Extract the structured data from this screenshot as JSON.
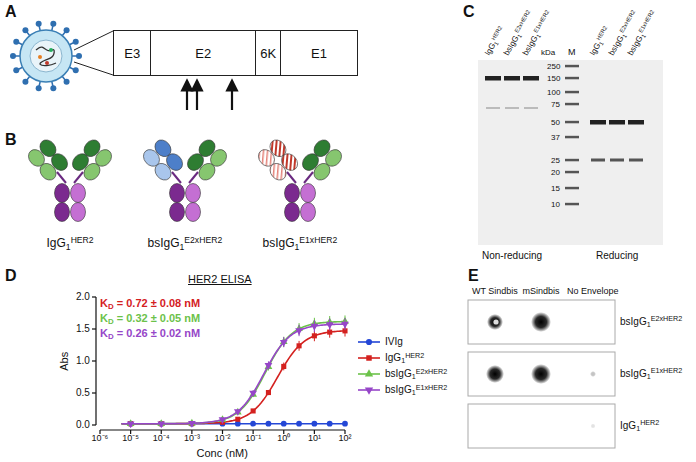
{
  "diagram": {
    "nodes": [
      {
        "text": [
          "E3"
        ]
      },
      {
        "text": [
          "E2"
        ]
      },
      {
        "text": [
          "6K"
        ]
      },
      {
        "text": [
          "E1"
        ]
      }
    ],
    "labels": [
      "A",
      "B",
      "IgG1HER2",
      "bsIgG1E2xHER2",
      "bsIgG1E1xHER2",
      "C",
      "IgG1HER2",
      "bsIgG1E2xHER2",
      "bsIgG1E1xHER2",
      "M",
      "IgG1HER2",
      "bsIgG1E2xHER2",
      "bsIgG1E1xHER2",
      "kDa",
      "250",
      "150",
      "100",
      "75",
      "50",
      "37",
      "25",
      "20",
      "15",
      "10",
      "Non-reducing",
      "Reducing",
      "D",
      "HER2 ELISA",
      "KD = 0.72 ± 0.08 nM",
      "KD = 0.32 ± 0.05 nM",
      "KD = 0.26 ± 0.02 nM",
      "2.0",
      "1.5",
      "1.0",
      "0.5",
      "0.0",
      "Abs",
      "10⁻⁶",
      "10⁻⁵",
      "10⁻⁴",
      "10⁻³",
      "10⁻²",
      "10⁻¹",
      "10⁰",
      "10¹",
      "10²",
      "Conc (nM)",
      "E",
      "WT Sindbis",
      "mSindbis",
      "No Envelope",
      "bsIgG1E2xHER2",
      "bsIgG1E1xHER2",
      "IgG1HER2"
    ],
    "legend": [
      {
        "text": "IVIg"
      },
      {
        "text": "IgG1HER2"
      },
      {
        "text": "bsIgG1E2xHER2"
      },
      {
        "text": "bsIgG1E1xHER2"
      }
    ]
  }
}
